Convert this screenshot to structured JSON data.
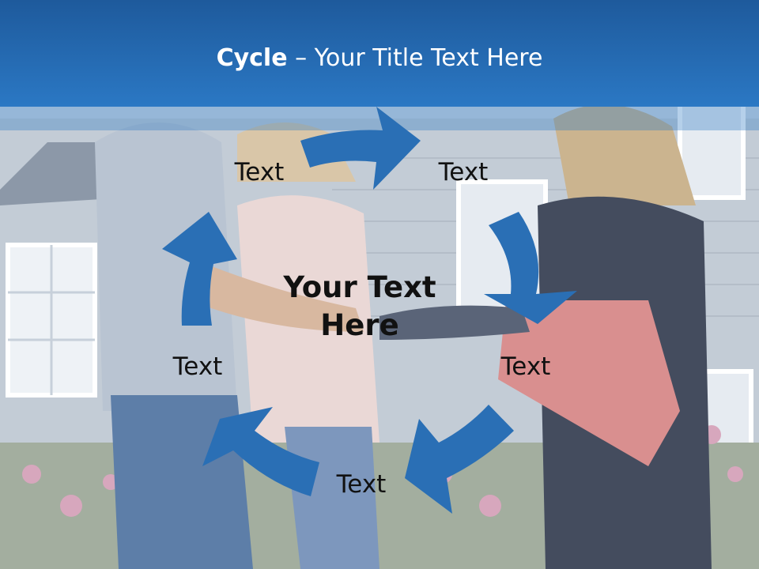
{
  "slide": {
    "title_bold": "Cycle",
    "title_rest": " – Your Title Text Here",
    "center_text": "Your Text Here",
    "nodes": [
      "Text",
      "Text",
      "Text",
      "Text",
      "Text"
    ]
  },
  "colors": {
    "header": "#2b78c4",
    "arrow": "#2a6fb5"
  }
}
